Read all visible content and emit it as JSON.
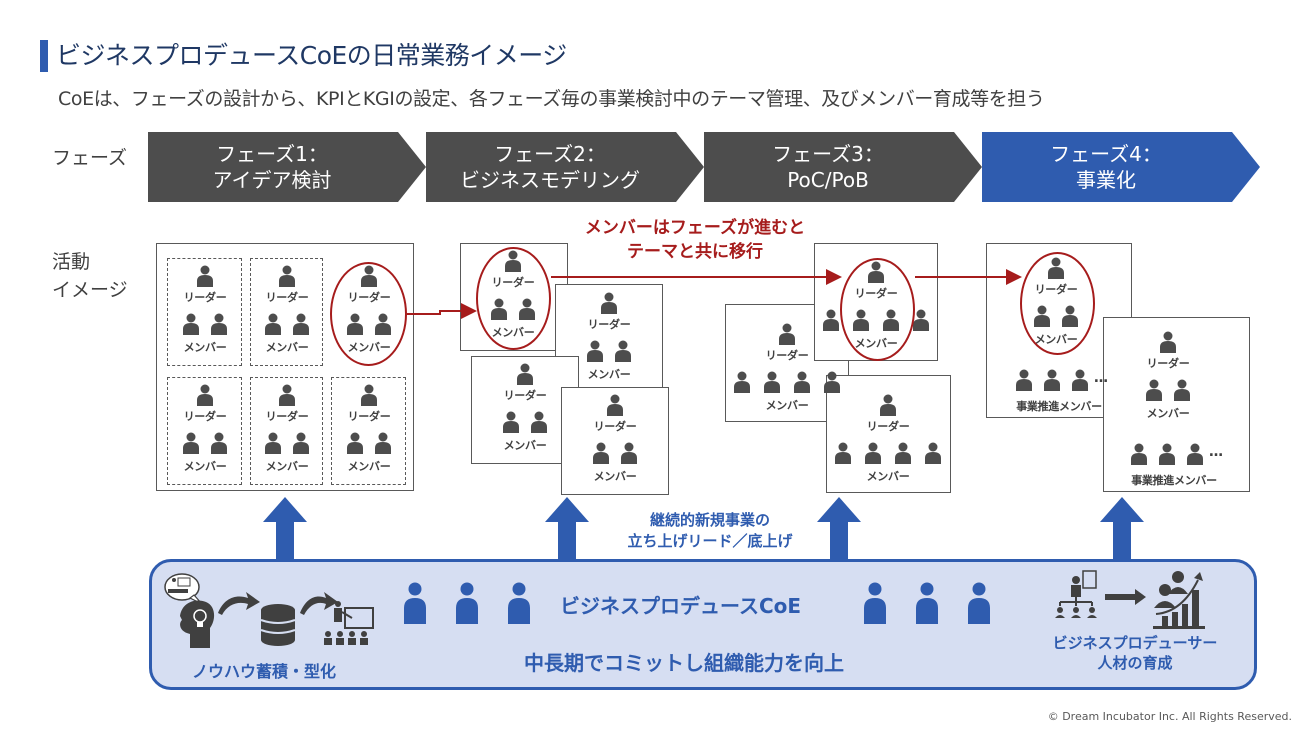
{
  "header": {
    "title": "ビジネスプロデュースCoEの日常業務イメージ",
    "subtitle": "CoEは、フェーズの設計から、KPIとKGIの設定、各フェーズ毎の事業検討中のテーマ管理、及びメンバー育成等を担う"
  },
  "row_labels": {
    "phase": "フェーズ",
    "activity_line1": "活動",
    "activity_line2": "イメージ"
  },
  "phases": [
    {
      "line1": "フェーズ1：",
      "line2": "アイデア検討",
      "color": "#4d4d4d"
    },
    {
      "line1": "フェーズ2：",
      "line2": "ビジネスモデリング",
      "color": "#4d4d4d"
    },
    {
      "line1": "フェーズ3：",
      "line2": "PoC/PoB",
      "color": "#4d4d4d"
    },
    {
      "line1": "フェーズ4：",
      "line2": "事業化",
      "color": "#2f5caf"
    }
  ],
  "team_labels": {
    "leader": "リーダー",
    "member": "メンバー",
    "business_member": "事業推進メンバー",
    "ellipsis": "…"
  },
  "red_note": {
    "line1": "メンバーはフェーズが進むと",
    "line2": "テーマと共に移行"
  },
  "blue_note": {
    "line1": "継続的新規事業の",
    "line2": "立ち上げリード／底上げ"
  },
  "coe_panel": {
    "title": "ビジネスプロデュースCoE",
    "subtitle": "中長期でコミットし組織能力を向上",
    "left_caption": "ノウハウ蓄積・型化",
    "right_caption_line1": "ビジネスプロデューサー",
    "right_caption_line2": "人材の育成"
  },
  "colors": {
    "accent_blue": "#2f5caf",
    "dark_gray": "#4d4d4d",
    "highlight_red": "#a61c1c",
    "panel_fill": "#d6def2",
    "title_navy": "#1f3864"
  },
  "footer": {
    "copyright": "© Dream Incubator Inc. All Rights Reserved."
  }
}
